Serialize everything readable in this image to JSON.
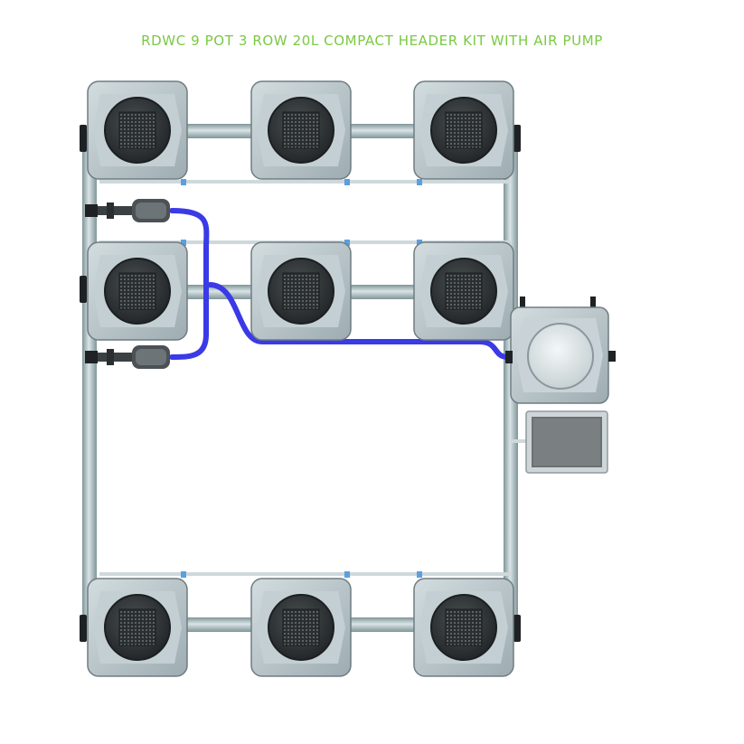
{
  "title": "RDWC 9 POT 3 ROW 20L COMPACT HEADER KIT WITH AIR PUMP",
  "colors": {
    "title": "#7ac943",
    "air_line": "#3a3ae6",
    "pipe": "#9fb3b6",
    "pot_body": "#b8c6cb",
    "pot_dark": "#2f3336"
  },
  "pots": [
    {
      "id": "pot-r1-c1"
    },
    {
      "id": "pot-r1-c2"
    },
    {
      "id": "pot-r1-c3"
    },
    {
      "id": "pot-r2-c1"
    },
    {
      "id": "pot-r2-c2"
    },
    {
      "id": "pot-r2-c3"
    },
    {
      "id": "pot-r3-c1"
    },
    {
      "id": "pot-r3-c2"
    },
    {
      "id": "pot-r3-c3"
    }
  ],
  "components": {
    "control_bucket": "control-bucket-icon",
    "air_pump": "air-pump-icon",
    "water_pumps": [
      "water-pump-icon",
      "water-pump-icon"
    ]
  }
}
